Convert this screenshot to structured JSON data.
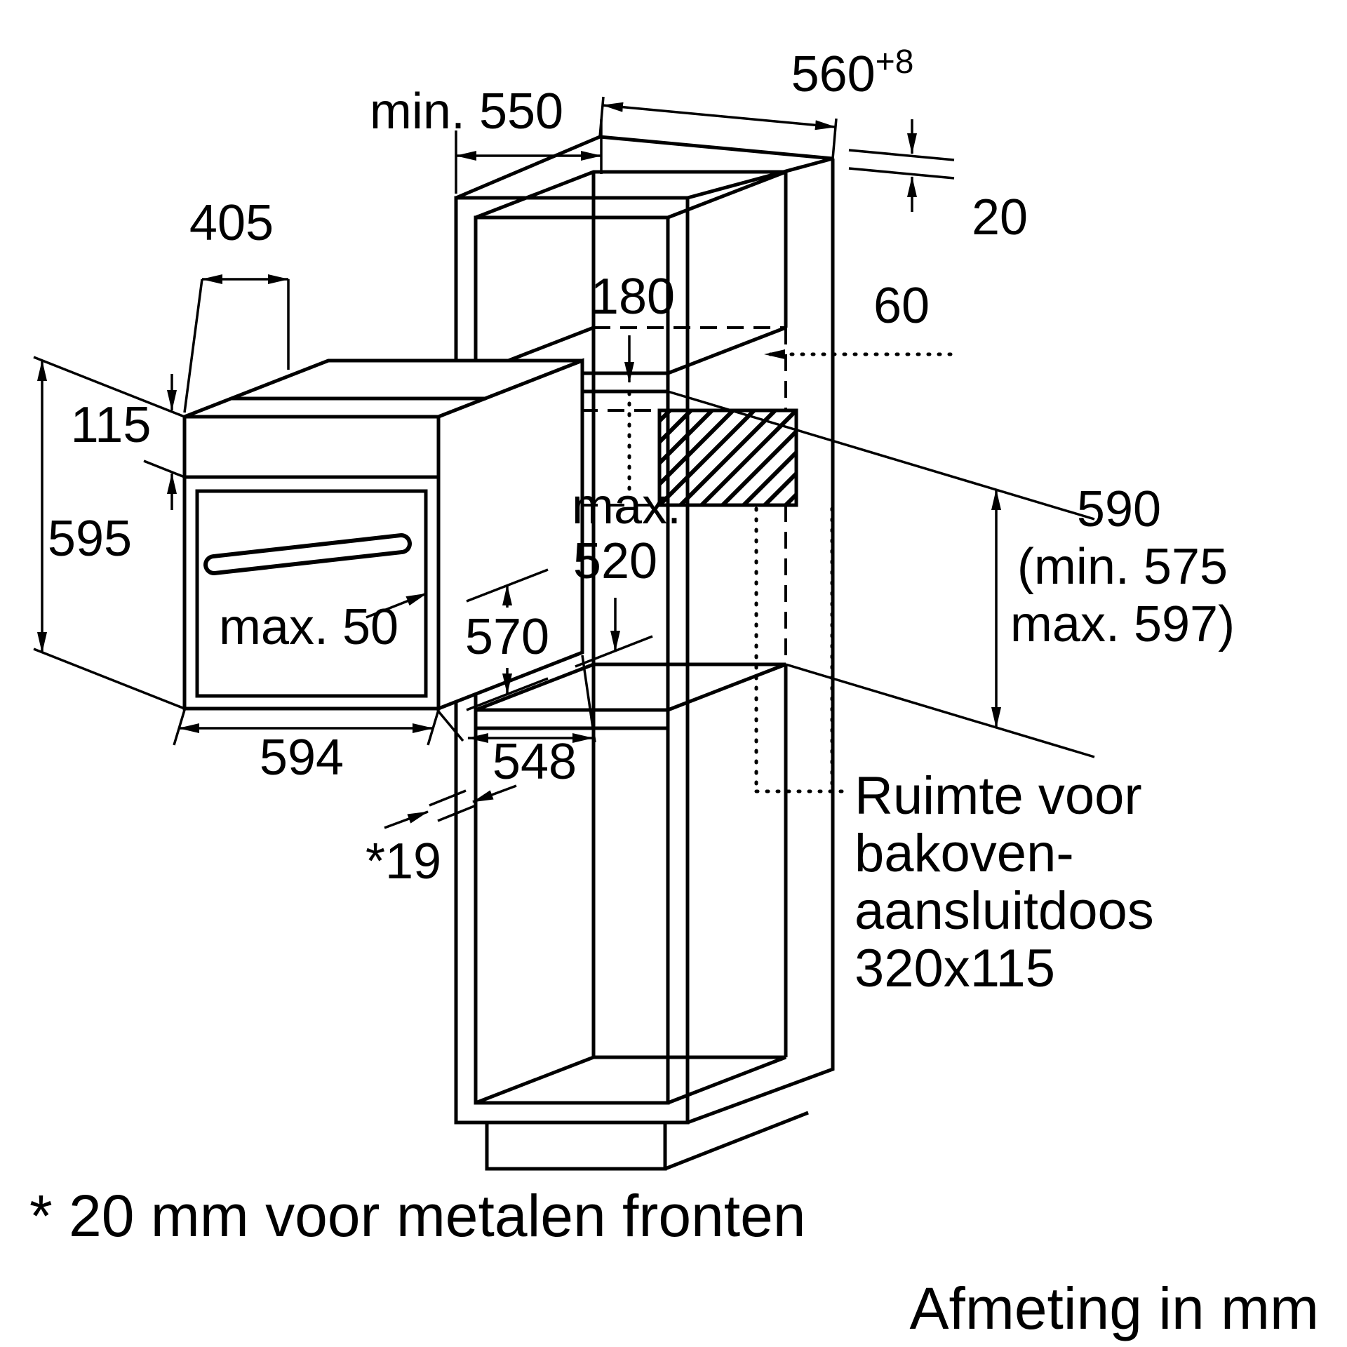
{
  "diagram": {
    "dims": {
      "niche_depth_min": "min. 550",
      "niche_width": "560",
      "niche_width_tol": "+8",
      "rear_gap": "20",
      "top_depth": "405",
      "box_top_offset": "180",
      "box_side_offset": "60",
      "panel_height": "115",
      "oven_height": "595",
      "recess_max_label": "max.",
      "recess_max_value": "520",
      "niche_height": "590",
      "niche_height_min": "(min. 575",
      "niche_height_max": "max. 597)",
      "door_clearance": "max. 50",
      "body_height": "570",
      "oven_width": "594",
      "oven_depth": "548",
      "front_gap": "*19"
    },
    "notes": {
      "connection_box": [
        "Ruimte voor",
        "bakoven-",
        "aansluitdoos",
        "320x115"
      ],
      "footnote": "* 20 mm voor metalen fronten",
      "units": "Afmeting in mm"
    }
  }
}
